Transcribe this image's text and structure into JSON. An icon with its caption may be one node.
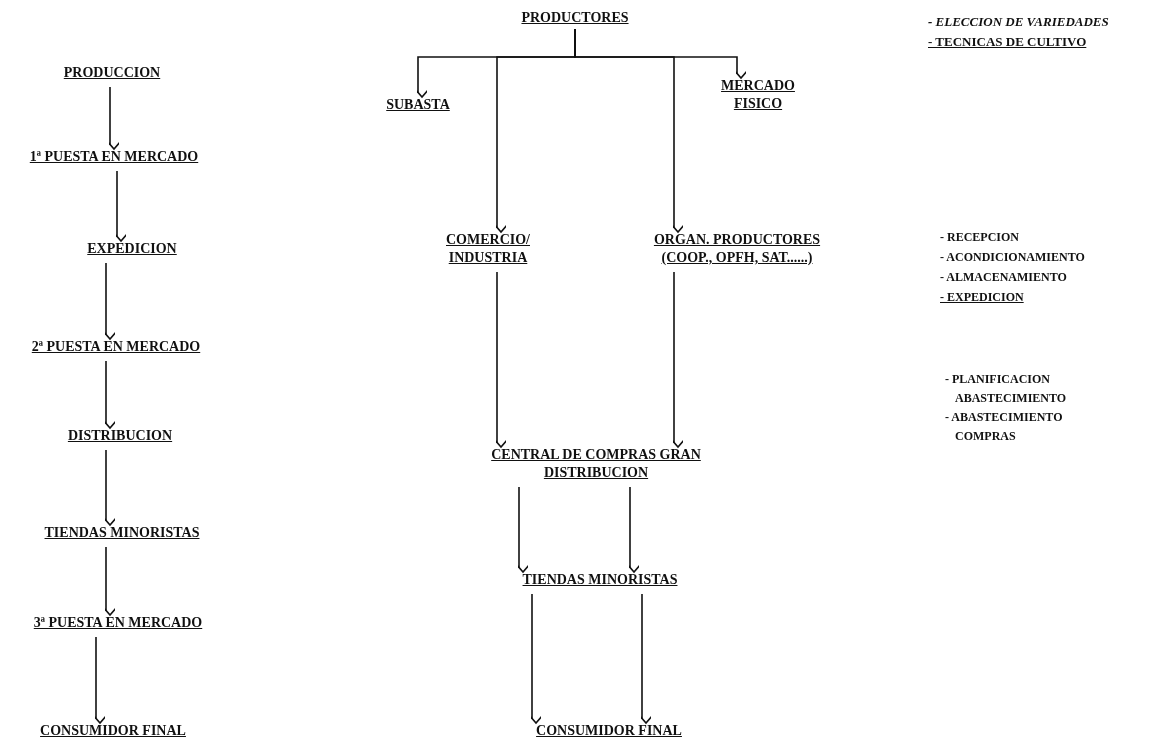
{
  "diagram": {
    "nodes": [
      {
        "text": [
          "PRODUCCION"
        ]
      },
      {
        "text": [
          "1ª PUESTA EN MERCADO"
        ]
      },
      {
        "text": [
          "EXPEDICION"
        ]
      },
      {
        "text": [
          "2ª PUESTA EN MERCADO"
        ]
      },
      {
        "text": [
          "DISTRIBUCION"
        ]
      },
      {
        "text": [
          "TIENDAS MINORISTAS"
        ]
      },
      {
        "text": [
          "3ª PUESTA EN MERCADO"
        ]
      },
      {
        "text": [
          "CONSUMIDOR FINAL"
        ]
      },
      {
        "text": [
          "PRODUCTORES"
        ]
      },
      {
        "text": [
          "SUBASTA"
        ]
      },
      {
        "text": [
          "MERCADO FISICO"
        ]
      },
      {
        "text": [
          "COMERCIO/ INDUSTRIA"
        ]
      },
      {
        "text": [
          "ORGAN. PRODUCTORES (COOP., OPFH, SAT......)"
        ]
      },
      {
        "text": [
          "CENTRAL DE COMPRAS GRAN DISTRIBUCION"
        ]
      },
      {
        "text": [
          "TIENDAS MINORISTAS"
        ]
      },
      {
        "text": [
          "CONSUMIDOR FINAL"
        ]
      }
    ],
    "edges": [
      {
        "from": 0,
        "to": 1,
        "arrow": "to"
      },
      {
        "from": 1,
        "to": 2,
        "arrow": "to"
      },
      {
        "from": 2,
        "to": 3,
        "arrow": "to"
      },
      {
        "from": 3,
        "to": 4,
        "arrow": "to"
      },
      {
        "from": 4,
        "to": 5,
        "arrow": "to"
      },
      {
        "from": 5,
        "to": 6,
        "arrow": "to"
      },
      {
        "from": 6,
        "to": 7,
        "arrow": "to"
      },
      {
        "from": 8,
        "to": 9,
        "arrow": "to"
      },
      {
        "from": 8,
        "to": 11,
        "arrow": "to"
      },
      {
        "from": 8,
        "to": 12,
        "arrow": "to"
      },
      {
        "from": 8,
        "to": 10,
        "arrow": "to"
      },
      {
        "from": 11,
        "to": 13,
        "arrow": "to"
      },
      {
        "from": 12,
        "to": 13,
        "arrow": "to"
      },
      {
        "from": 13,
        "to": 14,
        "arrow": "to"
      },
      {
        "from": 13,
        "to": 14,
        "arrow": "to"
      },
      {
        "from": 14,
        "to": 15,
        "arrow": "to"
      },
      {
        "from": 14,
        "to": 15,
        "arrow": "to"
      }
    ],
    "labels": [
      "- ELECCION DE VARIEDADES",
      "- TECNICAS DE CULTIVO",
      "- RECEPCION",
      "- ACONDICIONAMIENTO",
      "- ALMACENAMIENTO",
      "- EXPEDICION",
      "- PLANIFICACION ABASTECIMIENTO",
      "- ABASTECIMIENTO COMPRAS"
    ]
  }
}
